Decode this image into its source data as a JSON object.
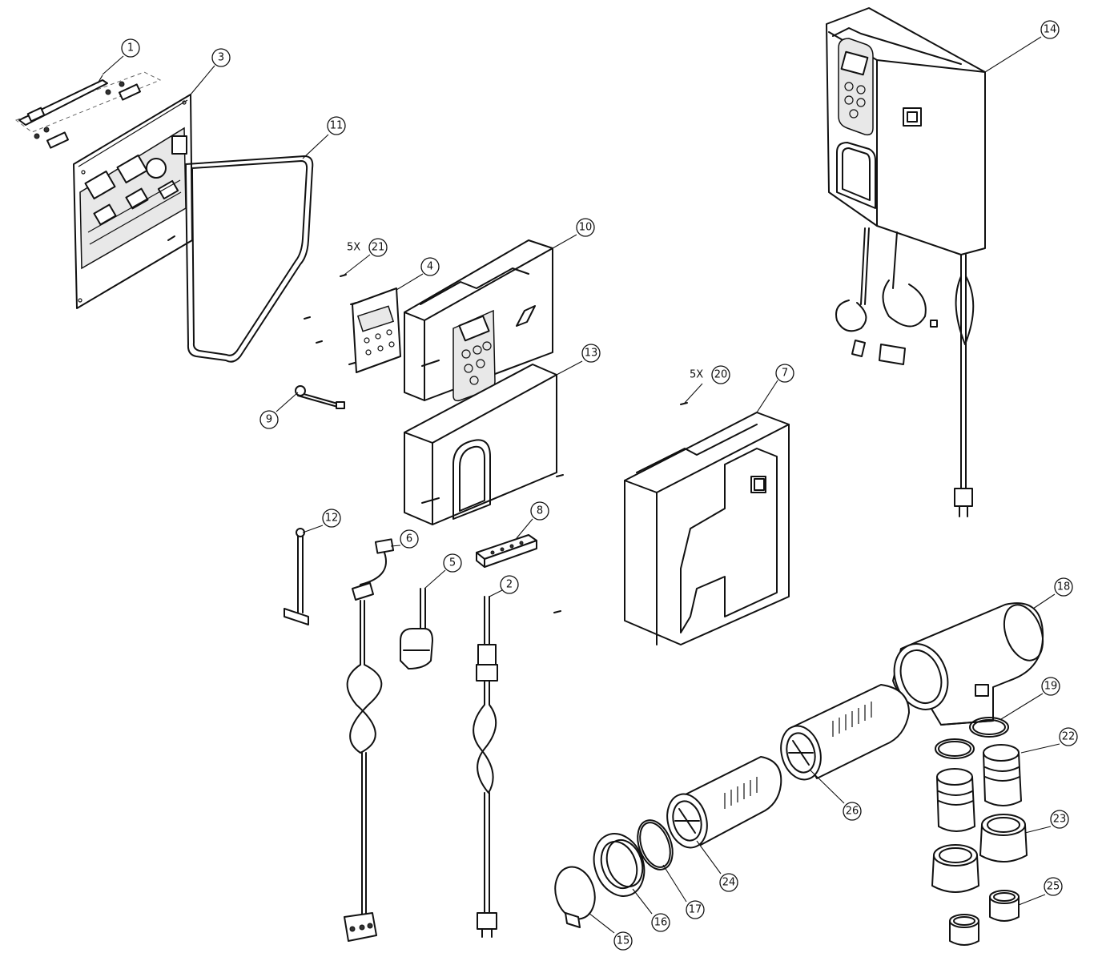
{
  "callouts": [
    {
      "id": "1",
      "label": "1"
    },
    {
      "id": "2",
      "label": "2"
    },
    {
      "id": "3",
      "label": "3"
    },
    {
      "id": "4",
      "label": "4"
    },
    {
      "id": "5",
      "label": "5"
    },
    {
      "id": "6",
      "label": "6"
    },
    {
      "id": "7",
      "label": "7"
    },
    {
      "id": "8",
      "label": "8"
    },
    {
      "id": "9",
      "label": "9"
    },
    {
      "id": "10",
      "label": "10"
    },
    {
      "id": "11",
      "label": "11"
    },
    {
      "id": "12",
      "label": "12"
    },
    {
      "id": "13",
      "label": "13"
    },
    {
      "id": "14",
      "label": "14"
    },
    {
      "id": "15",
      "label": "15"
    },
    {
      "id": "16",
      "label": "16"
    },
    {
      "id": "17",
      "label": "17"
    },
    {
      "id": "18",
      "label": "18"
    },
    {
      "id": "19",
      "label": "19"
    },
    {
      "id": "20",
      "label": "20"
    },
    {
      "id": "21",
      "label": "21"
    },
    {
      "id": "22",
      "label": "22"
    },
    {
      "id": "23",
      "label": "23"
    },
    {
      "id": "24",
      "label": "24"
    },
    {
      "id": "25",
      "label": "25"
    },
    {
      "id": "26",
      "label": "26"
    }
  ],
  "quantities": {
    "q20": "5X",
    "q21": "5X"
  }
}
